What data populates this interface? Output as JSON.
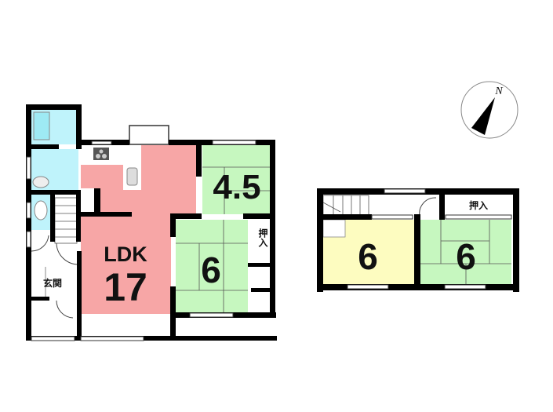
{
  "floor1": {
    "ldk": {
      "label": "LDK",
      "size": "17"
    },
    "room_a": {
      "size": "4.5"
    },
    "room_b": {
      "size": "6"
    },
    "closet": {
      "label": "押入"
    },
    "entrance": {
      "label": "玄関"
    }
  },
  "floor2": {
    "room_western": {
      "size": "6"
    },
    "room_japanese": {
      "size": "6"
    },
    "closet": {
      "label": "押入"
    }
  },
  "compass": {
    "label": "N"
  },
  "colors": {
    "ldk": "#f7a6a6",
    "tatami": "#c6f7bf",
    "western": "#fdfcc0",
    "wet": "#bff3fb",
    "wall": "#000000"
  }
}
